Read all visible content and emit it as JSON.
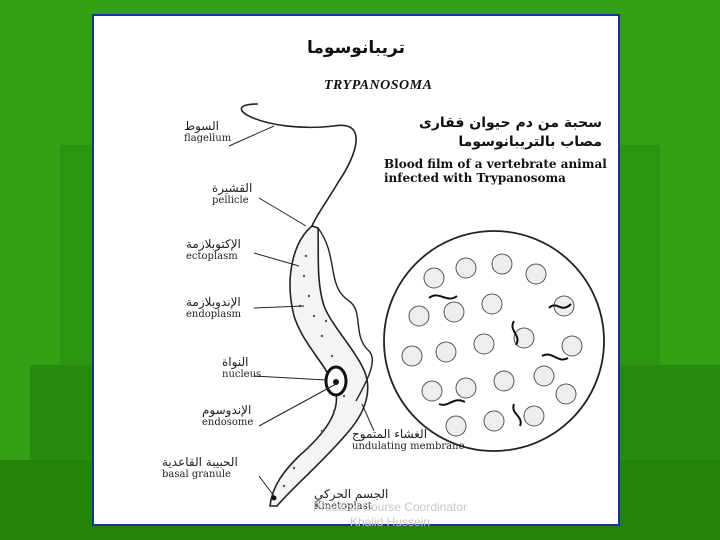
{
  "title_arabic": "تريبانوسوما",
  "title_english": "TRYPANOSOMA",
  "labels": [
    {
      "ar": "السوط",
      "en": "flagellum"
    },
    {
      "ar": "القشيرة",
      "en": "pellicle"
    },
    {
      "ar": "الإكتوبلازمة",
      "en": "ectoplasm"
    },
    {
      "ar": "الإندوبلازمة",
      "en": "endoplasm"
    },
    {
      "ar": "النواة",
      "en": "nucleus"
    },
    {
      "ar": "الإندوسوم",
      "en": "endosome"
    },
    {
      "ar": "الحبيبة القاعدية",
      "en": "basal granule"
    }
  ],
  "undulating": {
    "ar": "الغشاء المتموج",
    "en": "undulating membrane"
  },
  "kinetoplast": {
    "ar": "الجسم الحركي",
    "en": "Kinetoplast"
  },
  "blood_film": {
    "ar_line1": "سحبة من دم حيوان فقارى",
    "ar_line2": "مصاب بالتريبانوسوما",
    "en_line1": "Blood film of a vertebrate animal",
    "en_line2": "infected with Trypanosoma"
  },
  "footer": {
    "line1": "Practical Course Coordinator",
    "line2": "Khalid Hussein"
  },
  "colors": {
    "background": "#33a015",
    "card_border": "#1f2f9a",
    "ink": "#222222"
  }
}
